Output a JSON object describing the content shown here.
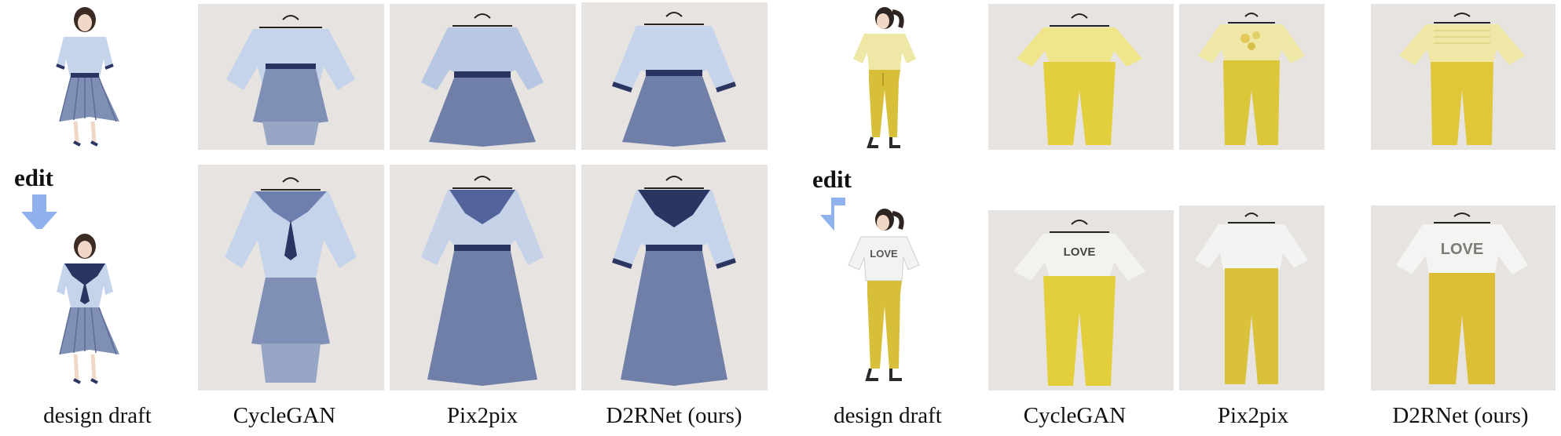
{
  "colors": {
    "photo_bg": "#e6e3e1",
    "blue_dress": "#7f8fb6",
    "blue_top": "#c5d4ea",
    "navy": "#2a3562",
    "yellow_pants": "#d7bf3a",
    "yellow_top": "#efe7a6",
    "white_top": "#f2f2f0",
    "arrow": "#8fb1ee"
  },
  "groups": [
    {
      "edit_label": "edit",
      "captions": [
        "design draft",
        "CycleGAN",
        "Pix2pix",
        "D2RNet (ours)"
      ]
    },
    {
      "edit_label": "edit",
      "captions": [
        "design draft",
        "CycleGAN",
        "Pix2pix",
        "D2RNet (ours)"
      ],
      "shirt_text": "LOVE"
    }
  ]
}
